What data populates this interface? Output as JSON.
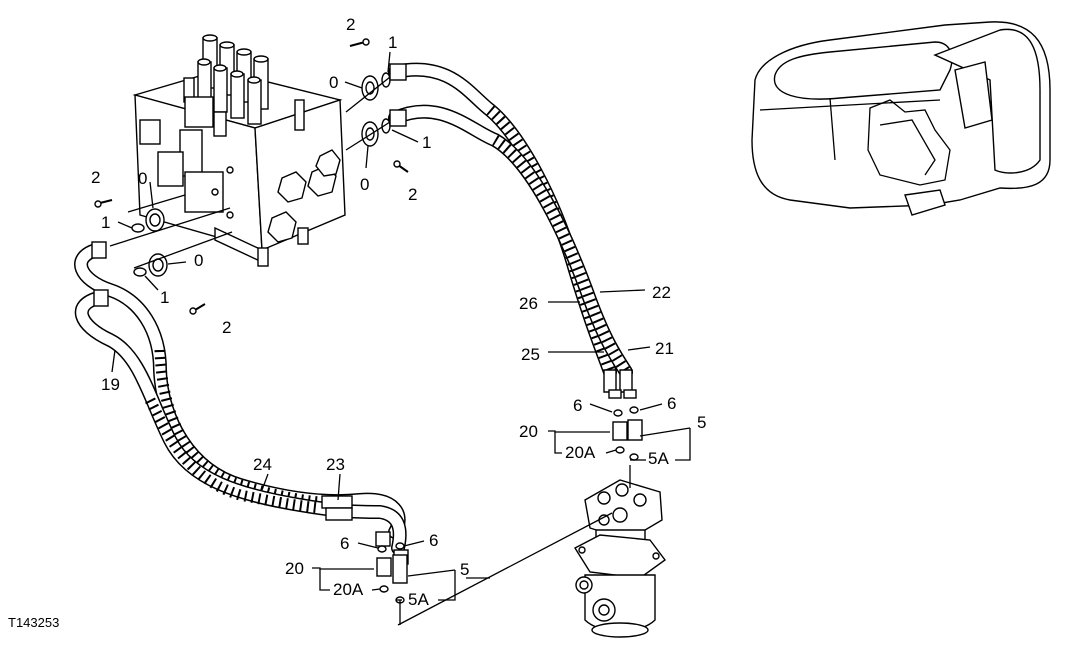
{
  "figure": {
    "reference_id": "T143253"
  },
  "callouts": {
    "c2_top": "2",
    "c1_top": "1",
    "c0_top": "0",
    "c1_mid": "1",
    "c0_mid": "0",
    "c2_mid": "2",
    "c2_left": "2",
    "c0_left": "0",
    "c1_left": "1",
    "c0_left_low": "0",
    "c1_left_low": "1",
    "c2_left_low": "2",
    "c19": "19",
    "c22": "22",
    "c26": "26",
    "c25": "25",
    "c21": "21",
    "c6_right_a": "6",
    "c6_right_b": "6",
    "c20_right": "20",
    "c20A_right": "20A",
    "c5_right": "5",
    "c5A_right": "5A",
    "c24": "24",
    "c23": "23",
    "c6_low_a": "6",
    "c6_low_b": "6",
    "c20_low": "20",
    "c20A_low": "20A",
    "c5_low": "5",
    "c5A_low": "5A"
  }
}
